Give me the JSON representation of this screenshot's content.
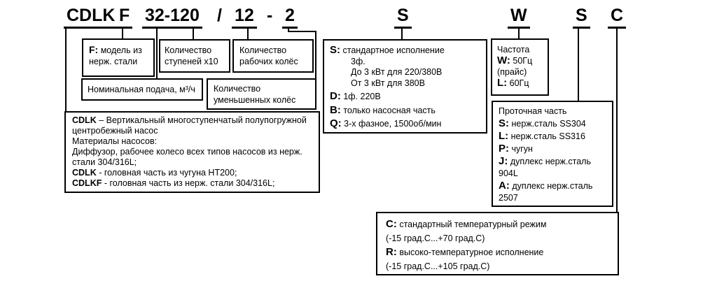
{
  "model_code": {
    "tokens": [
      {
        "text": "CDLK"
      },
      {
        "text": "F"
      },
      {
        "text": "32-120"
      },
      {
        "text": "/"
      },
      {
        "text": "12"
      },
      {
        "text": "-"
      },
      {
        "text": "2"
      },
      {
        "text": "S"
      },
      {
        "text": "W"
      },
      {
        "text": "S"
      },
      {
        "text": "C"
      }
    ]
  },
  "boxes": {
    "model": {
      "key": "F:",
      "text": "модель из нерж. стали"
    },
    "stages": {
      "text": "Количество ступеней x10"
    },
    "impellers": {
      "text": "Количество рабочих колёс"
    },
    "flow": {
      "text": "Номинальная подача, м³/ч"
    },
    "reduced": {
      "text": "Количество уменьшенных колёс"
    },
    "series": {
      "lines": [
        {
          "key": "CDLK",
          "text": "– Вертикальный многоступенчатый полупогружной центробежный насос"
        },
        {
          "key": "",
          "text": "Материалы насосов:"
        },
        {
          "key": "",
          "text": "Диффузор, рабочее колесо всех типов насосов из нерж. стали 304/316L;"
        },
        {
          "key": "CDLK",
          "text": "- головная часть из чугуна HT200;"
        },
        {
          "key": "CDLKF",
          "text": "- головная часть из нерж. стали 304/316L;"
        }
      ]
    },
    "power": {
      "lines": [
        {
          "key": "S:",
          "text": "стандартное исполнение"
        },
        {
          "key": "",
          "text": "3ф."
        },
        {
          "key": "",
          "text": "До 3 кВт для 220/380В"
        },
        {
          "key": "",
          "text": "От 3 кВт для 380В"
        },
        {
          "key": "D:",
          "text": "1ф. 220В"
        },
        {
          "key": "B:",
          "text": "только насосная часть"
        },
        {
          "key": "Q:",
          "text": "3-х фазное, 1500об/мин"
        }
      ]
    },
    "frequency": {
      "title": "Частота",
      "lines": [
        {
          "key": "W:",
          "text": "50Гц"
        },
        {
          "key": "",
          "text": "(прайс)"
        },
        {
          "key": "L:",
          "text": "60Гц"
        }
      ]
    },
    "flow_path": {
      "title": "Проточная часть",
      "lines": [
        {
          "key": "S:",
          "text": "нерж.сталь SS304"
        },
        {
          "key": "L:",
          "text": "нерж.сталь SS316"
        },
        {
          "key": "P:",
          "text": "чугун"
        },
        {
          "key": "J:",
          "text": "дуплекс нерж.сталь 904L"
        },
        {
          "key": "A:",
          "text": "дуплекс нерж.сталь 2507"
        }
      ]
    },
    "temperature": {
      "lines": [
        {
          "key": "C:",
          "text": "стандартный температурный режим"
        },
        {
          "key": "",
          "text": "(-15 град.С...+70 град.С)"
        },
        {
          "key": "R:",
          "text": "высоко-температурное исполнение"
        },
        {
          "key": "",
          "text": "(-15 град.С...+105 град.С)"
        }
      ]
    }
  },
  "colors": {
    "line": "#000000",
    "background": "#ffffff",
    "text": "#000000"
  }
}
